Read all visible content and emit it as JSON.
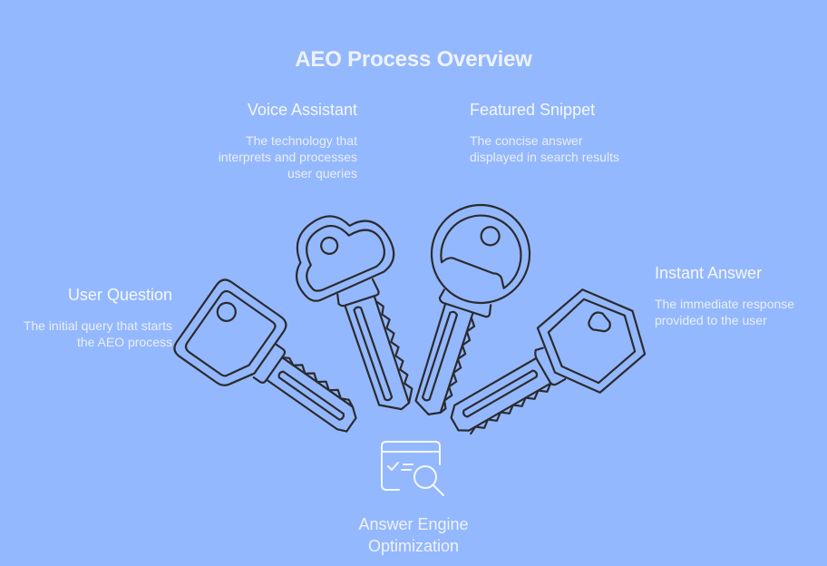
{
  "title": "AEO Process Overview",
  "center": {
    "label": "Answer Engine Optimization",
    "icon": "search-checklist-icon"
  },
  "items": [
    {
      "id": "user-question",
      "heading": "User Question",
      "description": "The initial query that starts the AEO process",
      "icon": "square-key-icon"
    },
    {
      "id": "voice-assistant",
      "heading": "Voice Assistant",
      "description": "The technology that interprets and processes user queries",
      "icon": "cloud-key-icon"
    },
    {
      "id": "featured-snippet",
      "heading": "Featured Snippet",
      "description": "The concise answer displayed in search results",
      "icon": "round-key-icon"
    },
    {
      "id": "instant-answer",
      "heading": "Instant Answer",
      "description": "The immediate response provided to the user",
      "icon": "hexagon-key-icon"
    }
  ],
  "colors": {
    "background": "#94b8fd",
    "text": "#f4f7ff",
    "outline": "#2b2b2f"
  }
}
